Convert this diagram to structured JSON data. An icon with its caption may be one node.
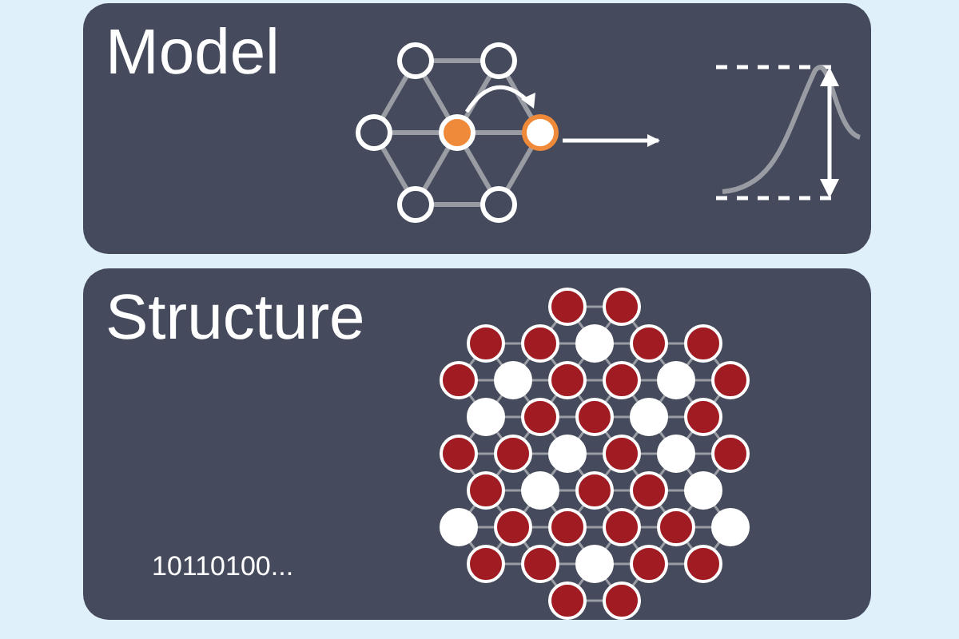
{
  "diagram": {
    "nodes": [
      {
        "text": [
          "Model"
        ]
      },
      {
        "text": [],
        "shape": "picture",
        "in": 0
      },
      {
        "text": [],
        "shape": "picture",
        "in": 0
      },
      {
        "text": [
          "Structure"
        ]
      },
      {
        "text": [],
        "shape": "picture",
        "in": 3
      }
    ],
    "edges": [
      {
        "from": 1,
        "to": 2,
        "arrow": "to"
      }
    ],
    "labels": [
      "10110100..."
    ]
  }
}
